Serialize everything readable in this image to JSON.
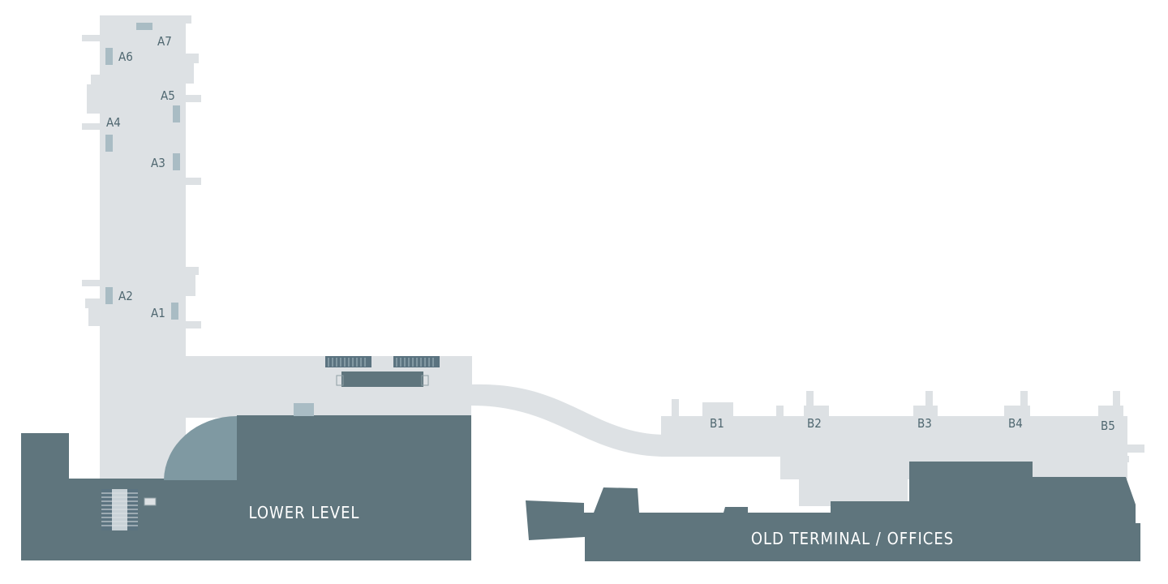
{
  "colors": {
    "concourse": "#dde1e4",
    "lower_level": "#5f757d",
    "ramp": "#7f99a2",
    "gate_marker": "#a9bcc4",
    "escalator": "#5b7380",
    "label_text": "#4f6770",
    "area_text": "#ffffff"
  },
  "gates": [
    {
      "id": "A1",
      "label": "A1"
    },
    {
      "id": "A2",
      "label": "A2"
    },
    {
      "id": "A3",
      "label": "A3"
    },
    {
      "id": "A4",
      "label": "A4"
    },
    {
      "id": "A5",
      "label": "A5"
    },
    {
      "id": "A6",
      "label": "A6"
    },
    {
      "id": "A7",
      "label": "A7"
    },
    {
      "id": "B1",
      "label": "B1"
    },
    {
      "id": "B2",
      "label": "B2"
    },
    {
      "id": "B3",
      "label": "B3"
    },
    {
      "id": "B4",
      "label": "B4"
    },
    {
      "id": "B5",
      "label": "B5"
    }
  ],
  "areas": {
    "lower_level": "LOWER LEVEL",
    "old_terminal": "OLD TERMINAL / OFFICES"
  },
  "icons": [
    "escalator-icon",
    "escalator-icon",
    "escalator-icon"
  ]
}
